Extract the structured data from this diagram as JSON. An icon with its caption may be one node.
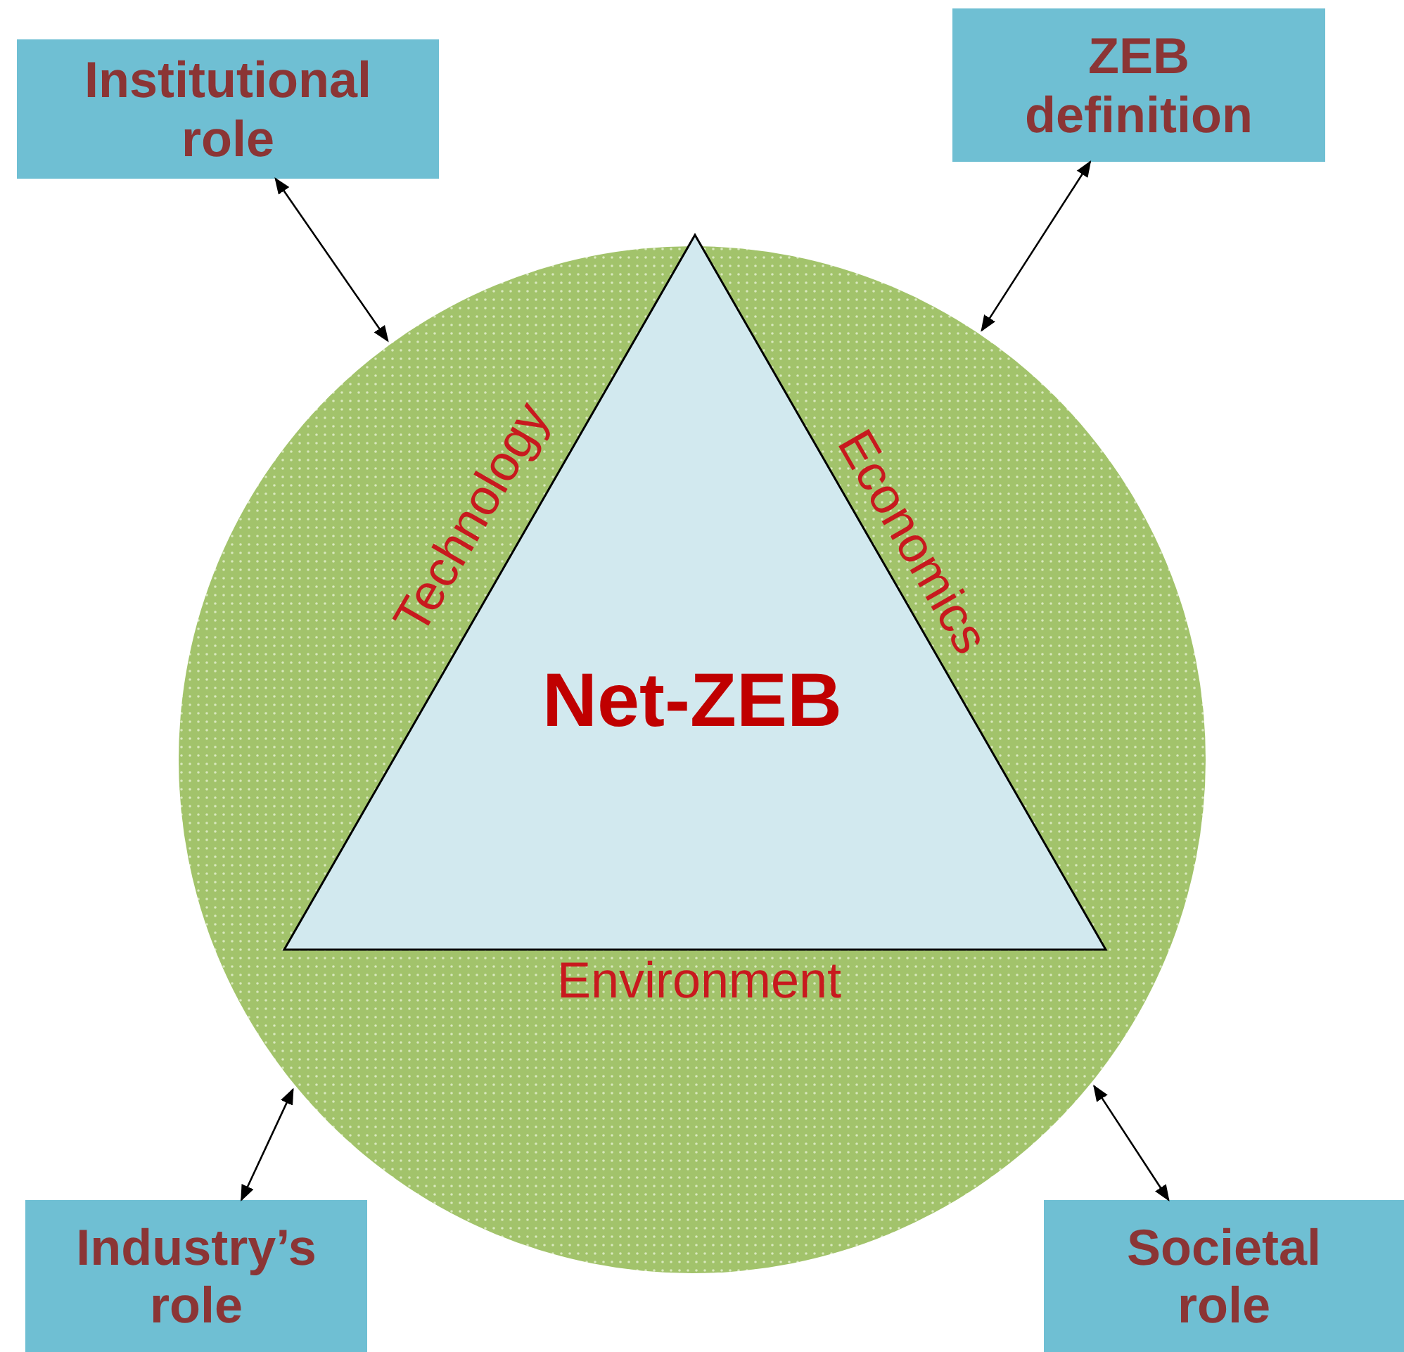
{
  "diagram": {
    "nodes": [
      {
        "text": [],
        "shape": "circle"
      },
      {
        "text": [
          "Net-ZEB"
        ],
        "beside": [
          "Technology",
          "Economics",
          "Environment"
        ],
        "in": 0
      },
      {
        "text": [
          "Institutional role"
        ]
      },
      {
        "text": [
          "ZEB definition"
        ]
      },
      {
        "text": [
          "Industry’s role"
        ]
      },
      {
        "text": [
          "Societal role"
        ]
      }
    ],
    "edges": [
      {
        "from": 2,
        "to": 0,
        "arrow": "both"
      },
      {
        "from": 3,
        "to": 0,
        "arrow": "both"
      },
      {
        "from": 4,
        "to": 0,
        "arrow": "both"
      },
      {
        "from": 5,
        "to": 0,
        "arrow": "both"
      }
    ]
  }
}
